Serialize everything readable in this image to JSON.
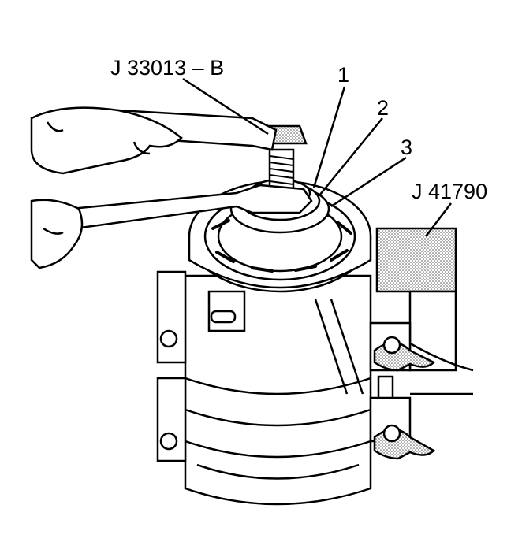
{
  "callouts": {
    "tool_j33013b": "J 33013 – B",
    "item_1": "1",
    "item_2": "2",
    "item_3": "3",
    "tool_j41790": "J 41790"
  },
  "colors": {
    "line": "#000000",
    "background": "#ffffff",
    "stipple": "#9a9a9a"
  }
}
